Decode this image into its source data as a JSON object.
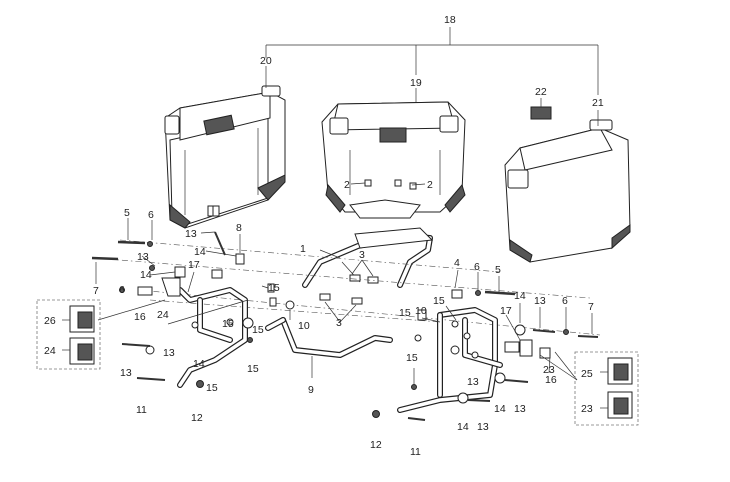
{
  "diagram": {
    "callouts": [
      "1",
      "2",
      "3",
      "4",
      "5",
      "6",
      "7",
      "8",
      "9",
      "10",
      "11",
      "12",
      "13",
      "14",
      "15",
      "16",
      "17",
      "18",
      "19",
      "20",
      "21",
      "22",
      "23",
      "24",
      "25",
      "26"
    ],
    "inset_left": {
      "labels": [
        "26",
        "24"
      ]
    },
    "inset_right": {
      "labels": [
        "25",
        "23"
      ]
    }
  }
}
